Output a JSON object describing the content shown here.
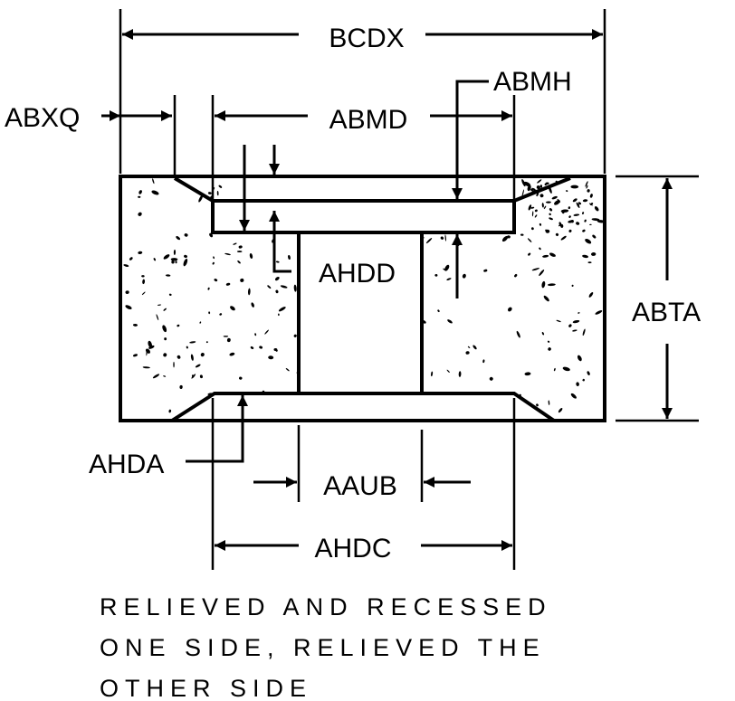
{
  "dimensions": {
    "overall_diameter": "BCDX",
    "relief_width": "ABXQ",
    "recess_diameter": "ABMD",
    "recess_depth": "ABMH",
    "hole_label": "AHDD",
    "thickness": "ABTA",
    "bottom_relief_depth": "AHDA",
    "hole_diameter": "AAUB",
    "bottom_relief_diameter": "AHDC"
  },
  "note": {
    "lines": [
      "RELIEVED AND RECESSED",
      "ONE SIDE, RELIEVED THE",
      "OTHER SIDE"
    ]
  },
  "colors": {
    "ink": "#000000",
    "background": "#ffffff"
  }
}
